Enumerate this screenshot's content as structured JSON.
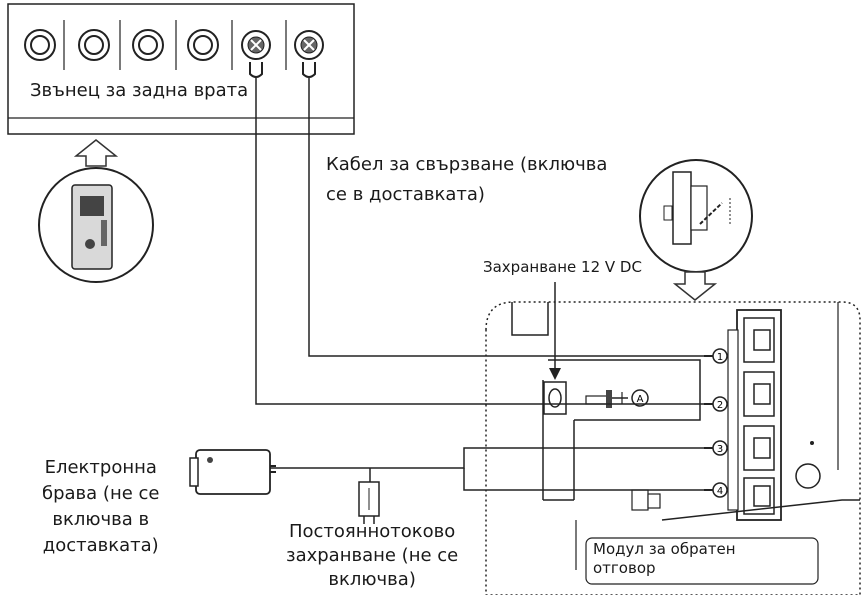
{
  "labels": {
    "back_door_bell": "Звънец за задна врата",
    "cable": "Кабел за свързване (включва\nсе в доставката)",
    "power_supply": "Захранване 12 V DC",
    "electronic_lock": "Електронна\nбрава (не се\nвключва в\nдоставката)",
    "dc_power": "Постояннотоково\nзахранване (не се\nвключва)",
    "feedback_module": "Модул за обратен\nотговор"
  },
  "terminals": [
    "1",
    "2",
    "3",
    "4"
  ],
  "marker": "A"
}
